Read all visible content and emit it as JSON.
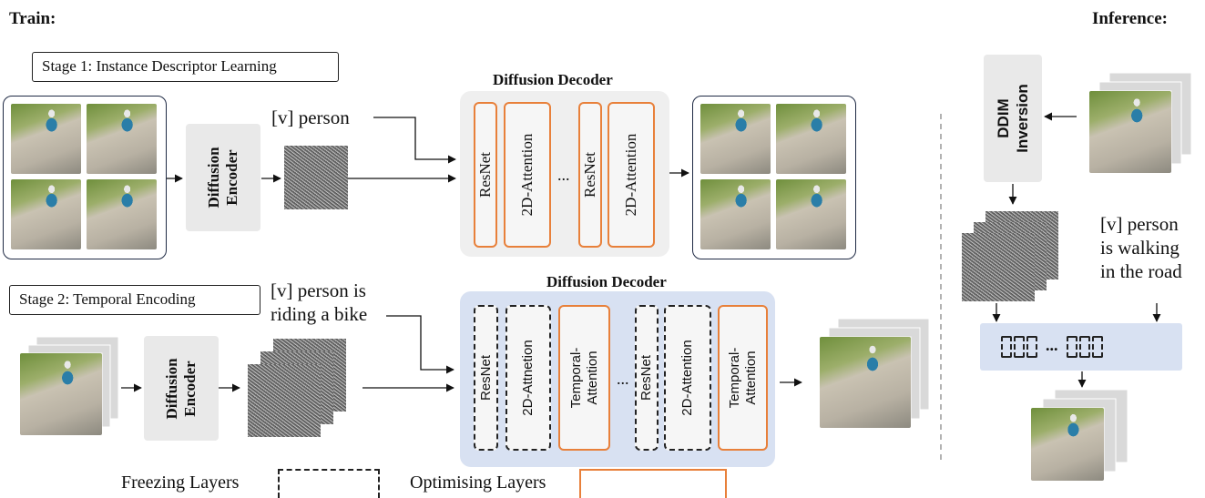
{
  "train_title": "Train:",
  "inference_title": "Inference:",
  "stage1": {
    "label": "Stage 1: Instance Descriptor Learning",
    "prompt": "[v] person",
    "encoder_line1": "Diffusion",
    "encoder_line2": "Encoder",
    "decoder_title": "Diffusion Decoder",
    "layers": [
      "ResNet",
      "2D-Attention",
      "ResNet",
      "2D-Attention"
    ],
    "ellipsis": "..."
  },
  "stage2": {
    "label": "Stage 2: Temporal Encoding",
    "prompt_line1": "[v] person is",
    "prompt_line2": "riding a bike",
    "encoder_line1": "Diffusion",
    "encoder_line2": "Encoder",
    "decoder_title": "Diffusion Decoder",
    "layers": [
      "ResNet",
      "2D-Attnetion",
      "Temporal-",
      "Attention",
      "ResNet",
      "2D-Attention",
      "Temporal-",
      "Attention"
    ],
    "ellipsis": "..."
  },
  "inference": {
    "ddim_line1": "DDIM",
    "ddim_line2": "Inversion",
    "prompt_line1": "[v] person",
    "prompt_line2": "is walking",
    "prompt_line3": "in the road",
    "ellipsis": "..."
  },
  "legend": {
    "freezing": "Freezing Layers",
    "optimising": "Optimising Layers"
  },
  "colors": {
    "optimising_border": "#e8803a",
    "stage2_panel": "#d8e1f2",
    "stage1_panel": "#efefef"
  }
}
